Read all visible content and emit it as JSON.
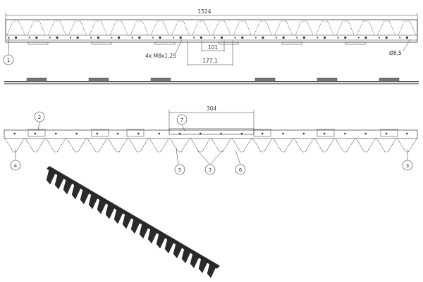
{
  "drawing": {
    "line_color": "#333333",
    "fill_gray": "#888888",
    "dark_fill": "#2b2b2b",
    "bar_length_label": "1524",
    "thread_label": "4x M8x1,25",
    "pitch_label": "101",
    "segment_label": "177,1",
    "hole_label": "Ø8,5",
    "section_label": "304",
    "callouts": [
      {
        "id": "c1",
        "label": "1"
      },
      {
        "id": "c2",
        "label": "2"
      },
      {
        "id": "c7",
        "label": "7"
      },
      {
        "id": "c4",
        "label": "4"
      },
      {
        "id": "c5",
        "label": "5"
      },
      {
        "id": "c3a",
        "label": "3"
      },
      {
        "id": "c6",
        "label": "6"
      },
      {
        "id": "c3b",
        "label": "3"
      }
    ]
  }
}
